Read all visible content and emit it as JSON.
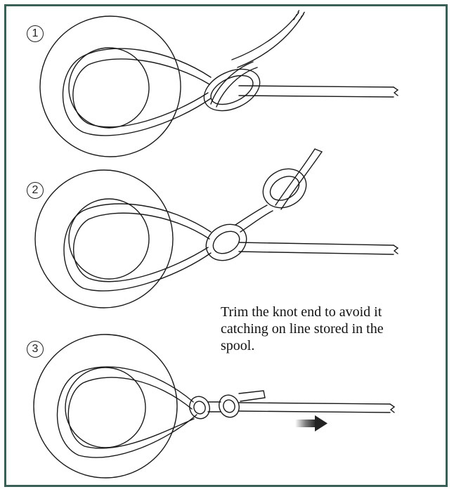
{
  "steps": [
    {
      "number": "1"
    },
    {
      "number": "2"
    },
    {
      "number": "3"
    }
  ],
  "caption": "Trim the knot end to avoid it catching on line stored in the spool.",
  "colors": {
    "frame": "#3a5f57",
    "line": "#1a1a1a",
    "arrow": "#222222"
  },
  "icons": [
    "direction-arrow-icon"
  ]
}
